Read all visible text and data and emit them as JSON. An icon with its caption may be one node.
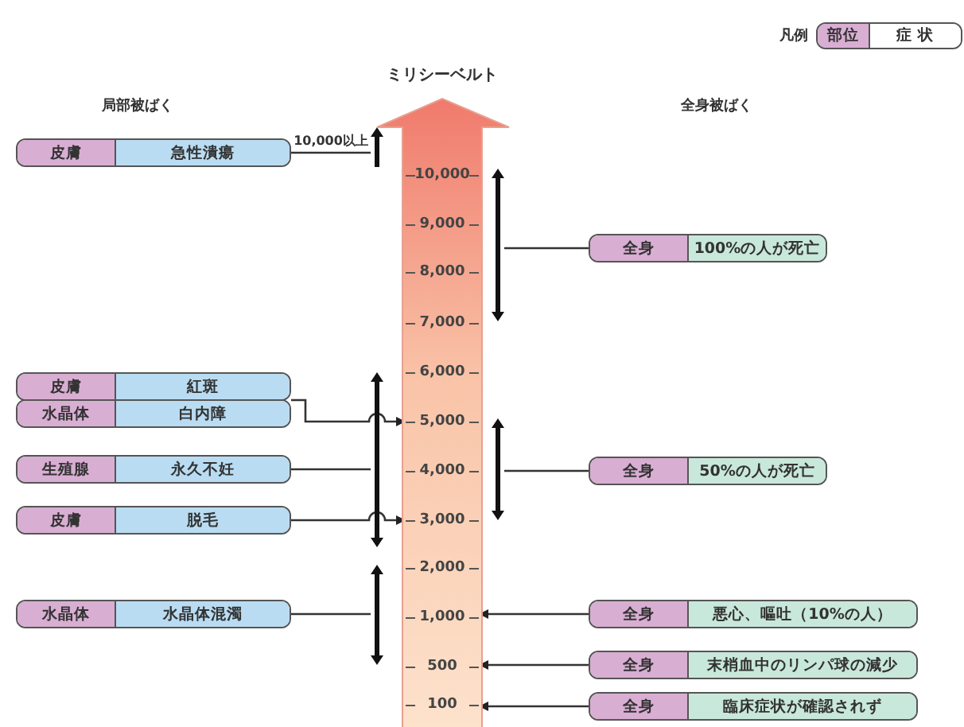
{
  "diagram": {
    "nodes": [
      {
        "text": [
          "皮膚",
          "急性潰瘍"
        ]
      },
      {
        "text": [
          "皮膚",
          "紅斑"
        ]
      },
      {
        "text": [
          "水晶体",
          "白内障"
        ]
      },
      {
        "text": [
          "生殖腺",
          "永久不妊"
        ]
      },
      {
        "text": [
          "皮膚",
          "脱毛"
        ]
      },
      {
        "text": [
          "水晶体",
          "水晶体混濁"
        ]
      },
      {
        "text": [
          "全身",
          "100%の人が死亡"
        ]
      },
      {
        "text": [
          "全身",
          "50%の人が死亡"
        ]
      },
      {
        "text": [
          "全身",
          "悪心、嘔吐（10%の人）"
        ]
      },
      {
        "text": [
          "全身",
          "末梢血中のリンパ球の減少"
        ]
      },
      {
        "text": [
          "全身",
          "臨床症状が確認されず"
        ]
      },
      {
        "text": [],
        "shape": "bar"
      },
      {
        "text": [],
        "shape": "bar"
      },
      {
        "text": [],
        "shape": "bar"
      },
      {
        "text": [],
        "shape": "bar"
      },
      {
        "text": [],
        "shape": "bar"
      },
      {
        "text": [
          "ミリシーベルト"
        ]
      },
      {
        "text": [
          "10,000"
        ],
        "in": 16
      },
      {
        "text": [
          "9,000"
        ],
        "in": 16
      },
      {
        "text": [
          "8,000"
        ],
        "in": 16
      },
      {
        "text": [
          "7,000"
        ],
        "in": 16
      },
      {
        "text": [
          "6,000"
        ],
        "in": 16
      },
      {
        "text": [
          "5,000"
        ],
        "in": 16
      },
      {
        "text": [
          "4,000"
        ],
        "in": 16
      },
      {
        "text": [
          "3,000"
        ],
        "in": 16
      },
      {
        "text": [
          "2,000"
        ],
        "in": 16
      },
      {
        "text": [
          "1,000"
        ],
        "in": 16
      },
      {
        "text": [
          "500"
        ],
        "in": 16
      },
      {
        "text": [
          "100"
        ],
        "in": 16
      }
    ],
    "edges": [
      {
        "from": 0,
        "to": 11,
        "arrow": "none",
        "label": "10,000以上"
      },
      {
        "from": 1,
        "to": 22,
        "arrow": "to"
      },
      {
        "from": 2,
        "to": 22,
        "arrow": "to"
      },
      {
        "from": 3,
        "to": 12,
        "arrow": "none"
      },
      {
        "from": 4,
        "to": 24,
        "arrow": "to"
      },
      {
        "from": 5,
        "to": 13,
        "arrow": "none"
      },
      {
        "from": 6,
        "to": 14,
        "arrow": "none"
      },
      {
        "from": 7,
        "to": 15,
        "arrow": "none"
      },
      {
        "from": 8,
        "to": 26,
        "arrow": "to"
      },
      {
        "from": 9,
        "to": 27,
        "arrow": "to"
      },
      {
        "from": 10,
        "to": 28,
        "arrow": "to"
      }
    ],
    "labels": [
      "凡例",
      "局部被ばく",
      "全身被ばく"
    ],
    "legend": [
      {
        "text": "部位",
        "color": "#d9aed3"
      },
      {
        "text": "症 状",
        "color": "#ffffff"
      }
    ]
  }
}
